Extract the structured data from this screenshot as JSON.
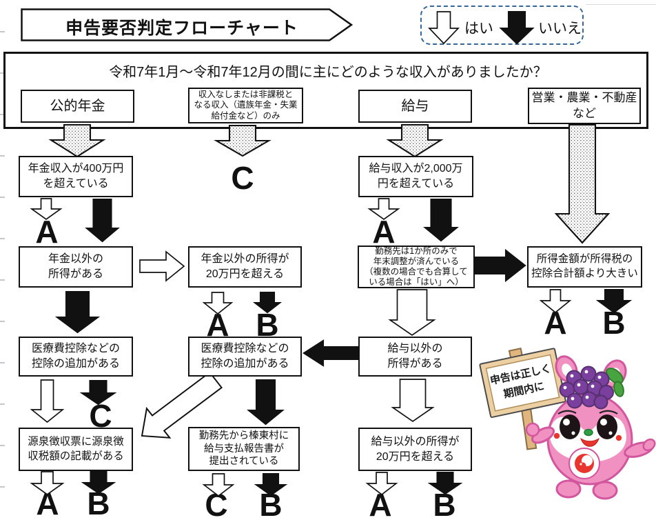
{
  "title": "申告要否判定フローチャート",
  "legend": {
    "yes": "はい",
    "no": "いいえ"
  },
  "question": "令和7年1月～令和7年12月の間に主にどのような収入がありましたか？",
  "categories": {
    "pension": "公的年金",
    "no_income": "収入なしまたは非課税と\nなる収入（遺族年金・失業\n給付金など）のみ",
    "salary": "給与",
    "business": "営業・農業・不動産\nなど"
  },
  "nodes": {
    "pension_over_400": "年金収入が400万円\nを超えている",
    "salary_over_2000": "給与収入が2,000万\n円を超えている",
    "pension_other_income": "年金以外の\n所得がある",
    "pension_other_over_20": "年金以外の所得が\n20万円を超える",
    "one_workplace": "勤務先は1か所のみで\n年末調整が済んでいる\n（複数の場合でも合算して\nいる場合は「はい」へ）",
    "income_over_deduction": "所得金額が所得税の\n控除合計額より大きい",
    "medical_deduction_pension": "医療費控除などの\n控除の追加がある",
    "medical_deduction_salary": "医療費控除などの\n控除の追加がある",
    "salary_other_income": "給与以外の\n所得がある",
    "withholding_slip": "源泉徴収票に源泉徴\n収税額の記載がある",
    "payment_report": "勤務先から榛東村に\n給与支払報告書が\n提出されている",
    "salary_other_over_20": "給与以外の所得が\n20万円を超える"
  },
  "outcomes": {
    "a": "A",
    "b": "B",
    "c": "C"
  },
  "mascot": {
    "sign_line1": "申告は正しく",
    "sign_line2": "期間内に"
  },
  "colors": {
    "legend_border": "#336699",
    "mascot_pink": "#f091c2",
    "mascot_outline": "#d2569e",
    "grape_purple": "#7b3f9d",
    "leaf_green": "#48a43f",
    "sign_wood": "#e8c69c",
    "emblem_red": "#e8362e"
  }
}
